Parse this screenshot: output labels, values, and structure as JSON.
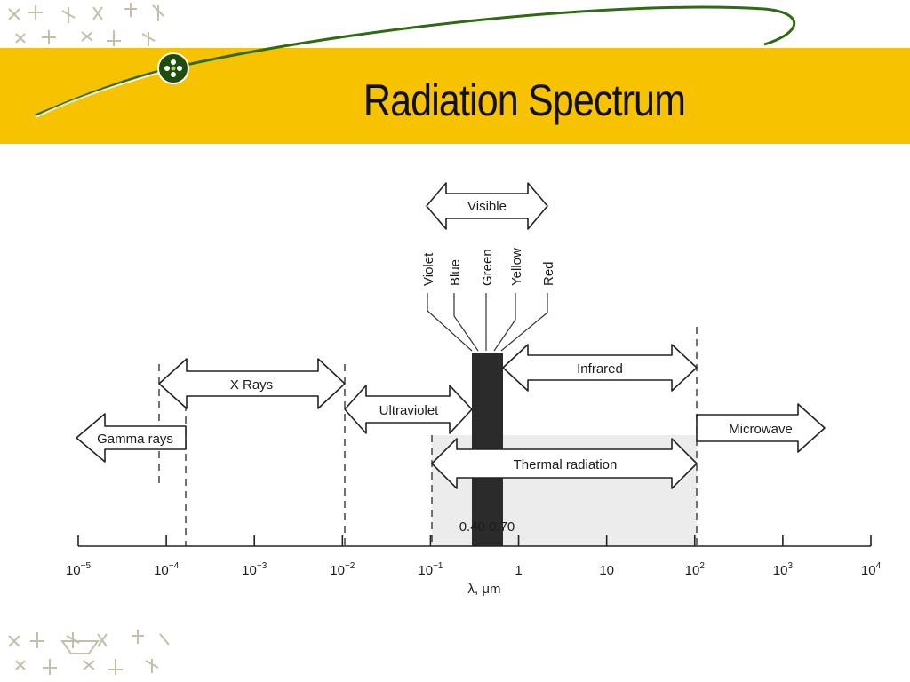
{
  "slide": {
    "title": "Radiation Spectrum"
  },
  "diagram": {
    "bands": {
      "visible": "Visible",
      "x_rays": "X Rays",
      "ultraviolet": "Ultraviolet",
      "gamma_rays": "Gamma rays",
      "infrared": "Infrared",
      "microwave": "Microwave",
      "thermal": "Thermal radiation"
    },
    "colors": [
      "Violet",
      "Blue",
      "Green",
      "Yellow",
      "Red"
    ],
    "visible_range_label": "0.40 0.70",
    "axis": {
      "label": "λ, μm",
      "ticks": [
        {
          "base": "10",
          "exp": "−5"
        },
        {
          "base": "10",
          "exp": "−4"
        },
        {
          "base": "10",
          "exp": "−3"
        },
        {
          "base": "10",
          "exp": "−2"
        },
        {
          "base": "10",
          "exp": "−1"
        },
        {
          "base": "1",
          "exp": ""
        },
        {
          "base": "10",
          "exp": ""
        },
        {
          "base": "10",
          "exp": "2"
        },
        {
          "base": "10",
          "exp": "3"
        },
        {
          "base": "10",
          "exp": "4"
        }
      ]
    }
  },
  "theme": {
    "band_color": "#f7c300",
    "logo_line_color": "#2f6b12"
  }
}
